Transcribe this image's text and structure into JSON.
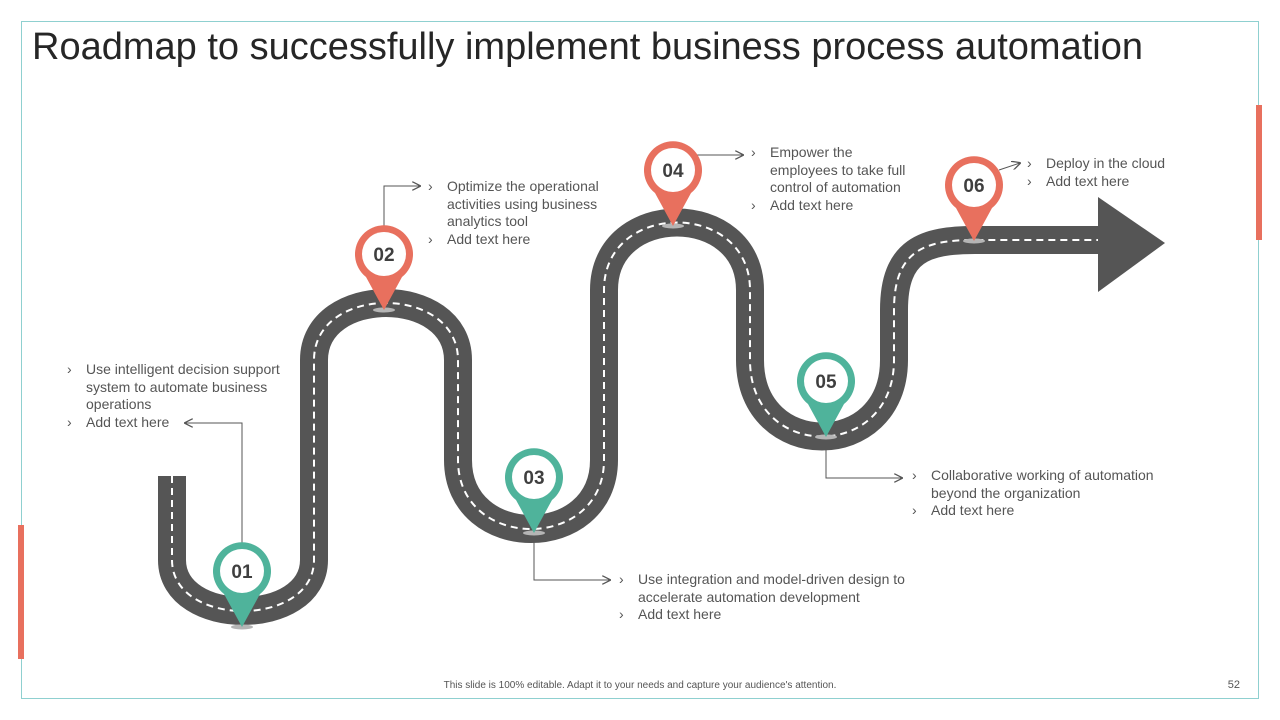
{
  "title": "Roadmap to successfully implement business process automation",
  "colors": {
    "accent": "#e8705e",
    "teal": "#4fb39b",
    "road": "#555555",
    "frame": "#8fd0d0"
  },
  "milestones": [
    {
      "number": "01",
      "color": "teal",
      "points": [
        "Use intelligent decision support system to automate business operations",
        "Add text here"
      ]
    },
    {
      "number": "02",
      "color": "coral",
      "points": [
        "Optimize the operational activities using business analytics tool",
        "Add text here"
      ]
    },
    {
      "number": "03",
      "color": "teal",
      "points": [
        "Use integration and model-driven design to accelerate automation development",
        "Add text here"
      ]
    },
    {
      "number": "04",
      "color": "coral",
      "points": [
        "Empower the employees to take full control of automation",
        "Add text here"
      ]
    },
    {
      "number": "05",
      "color": "teal",
      "points": [
        "Collaborative working of automation beyond the organization",
        "Add text here"
      ]
    },
    {
      "number": "06",
      "color": "coral",
      "points": [
        "Deploy in the cloud",
        "Add text here"
      ]
    }
  ],
  "footer": {
    "note": "This slide is 100% editable. Adapt it to your needs and capture your audience's attention.",
    "page_number": "52"
  }
}
